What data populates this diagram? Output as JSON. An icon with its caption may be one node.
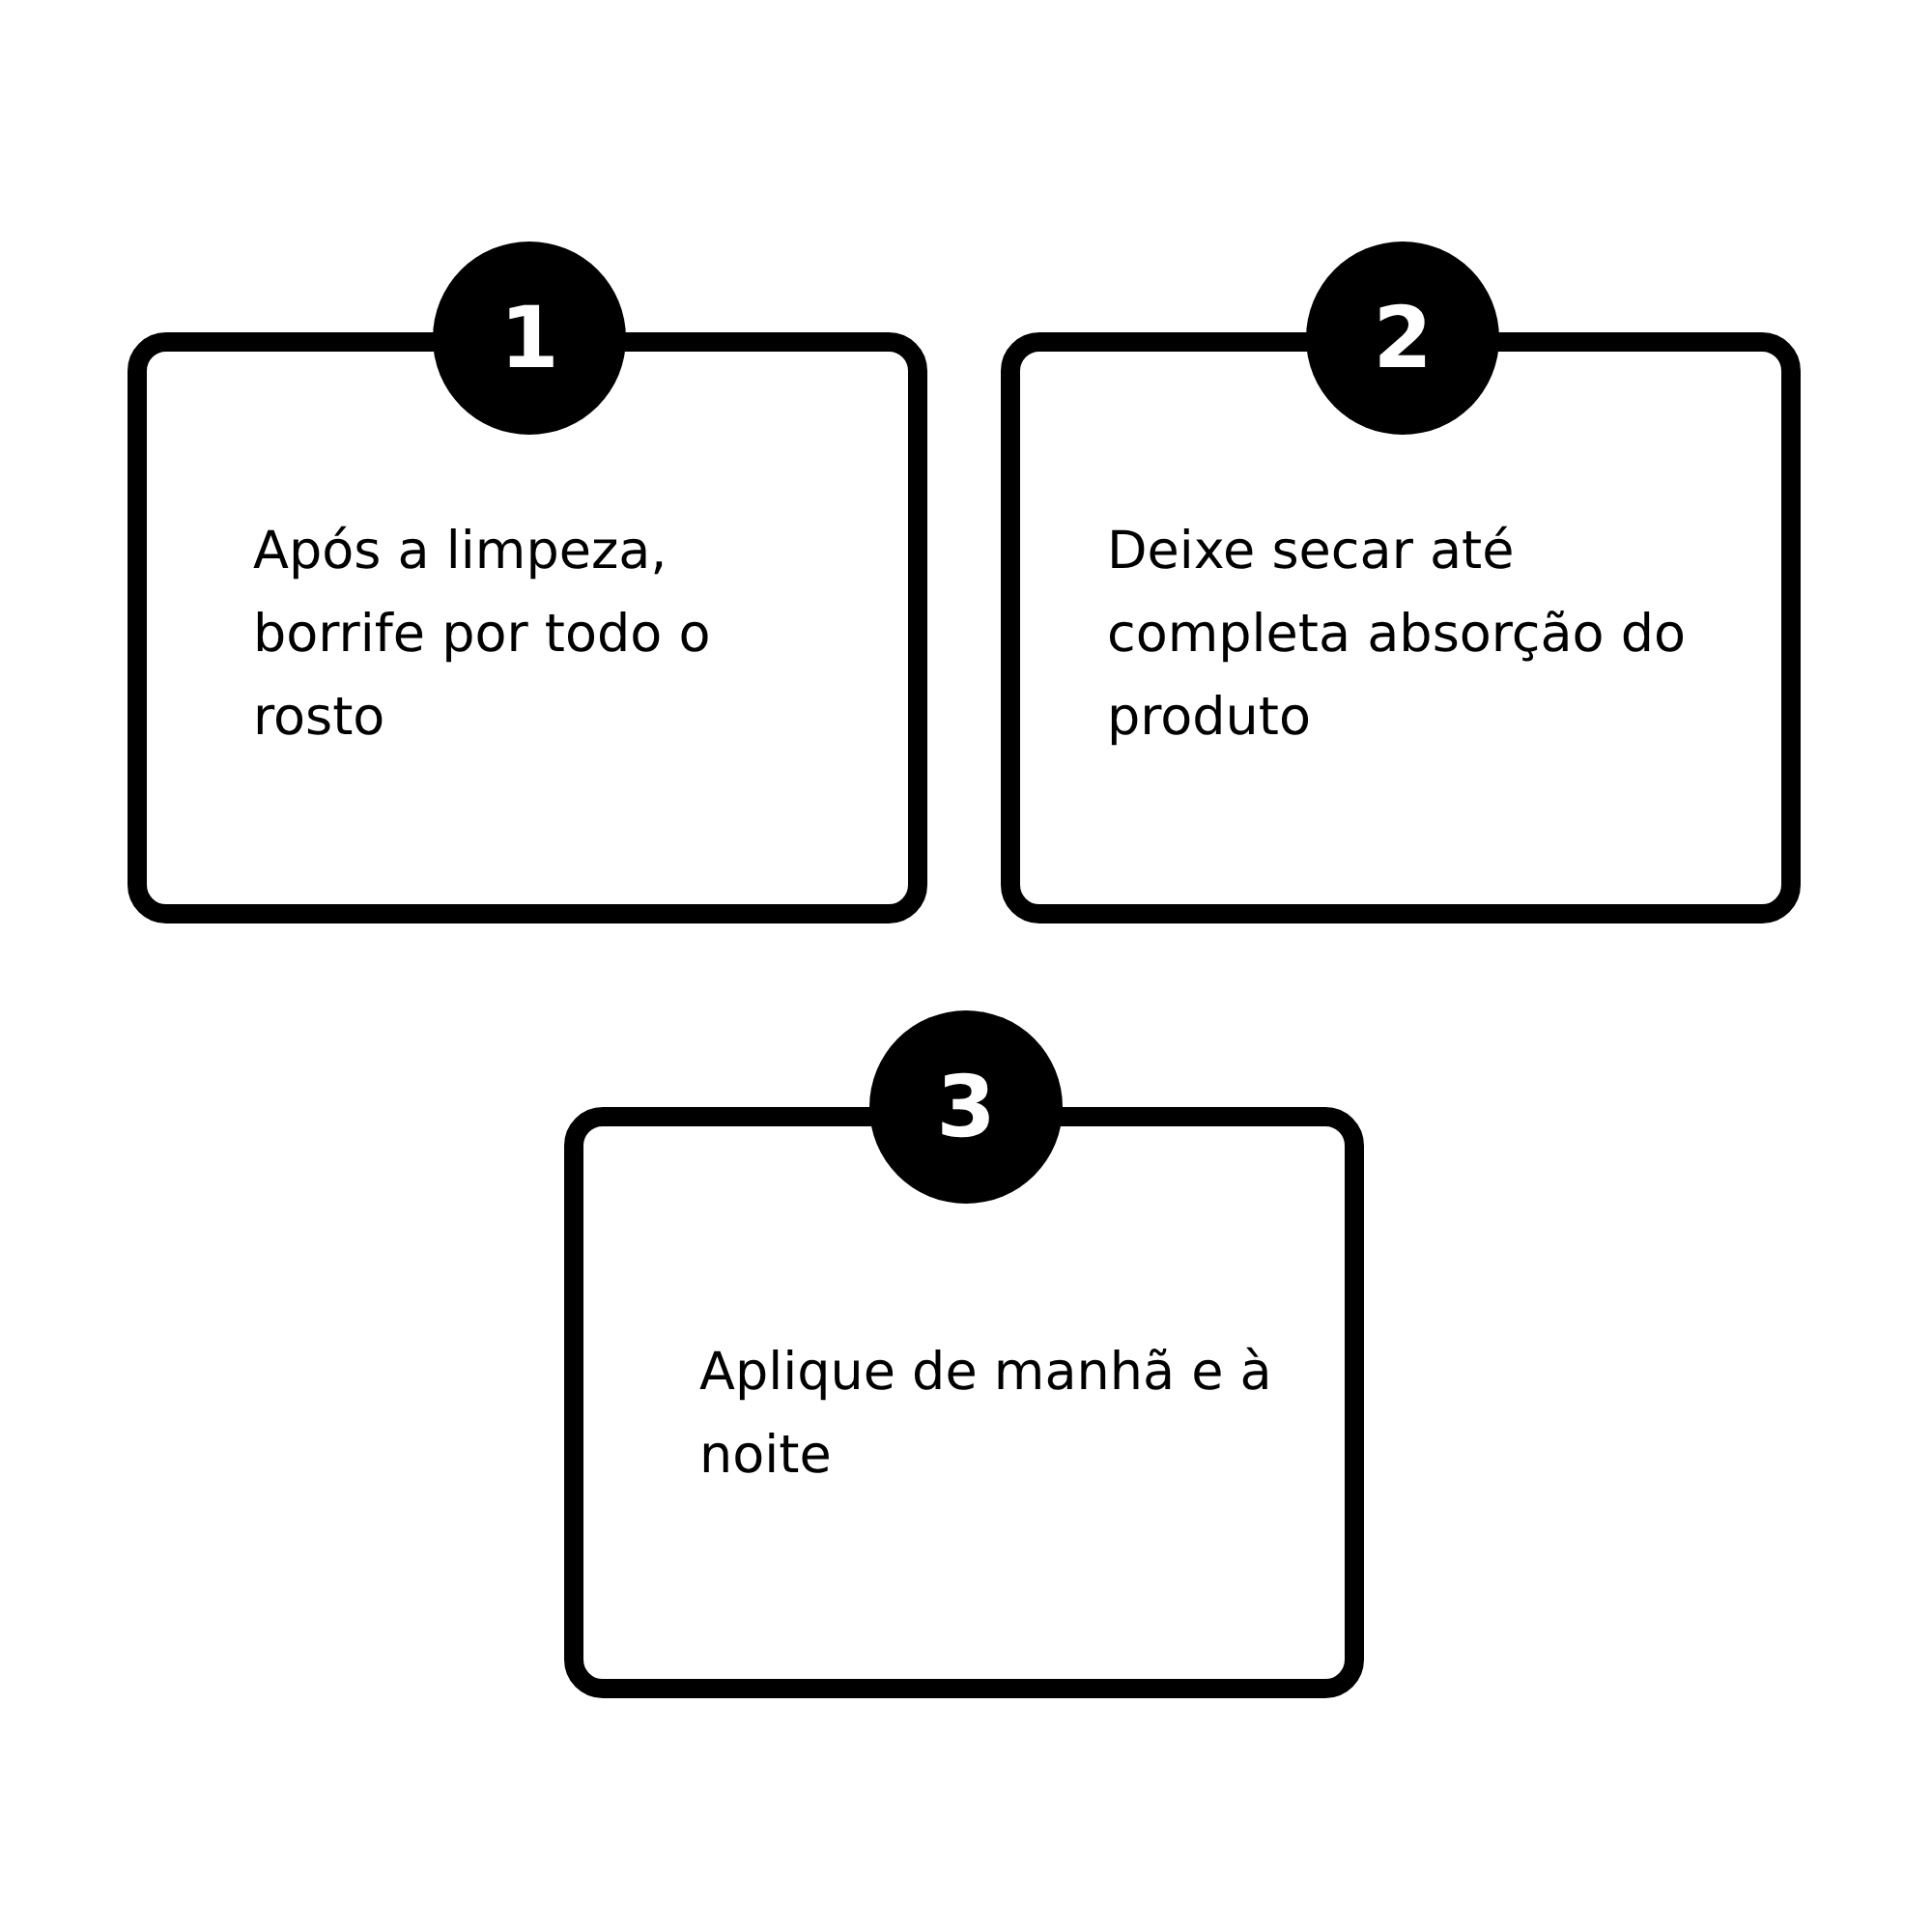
{
  "diagram": {
    "nodes": [
      {
        "text": [
          "1"
        ]
      },
      {
        "text": [
          "Após a limpeza, borrife por todo o rosto"
        ]
      },
      {
        "text": [
          "2"
        ]
      },
      {
        "text": [
          "Deixe secar até completa absorção do produto"
        ]
      },
      {
        "text": [
          "3"
        ]
      },
      {
        "text": [
          "Aplique de manhã e à noite"
        ]
      }
    ]
  }
}
